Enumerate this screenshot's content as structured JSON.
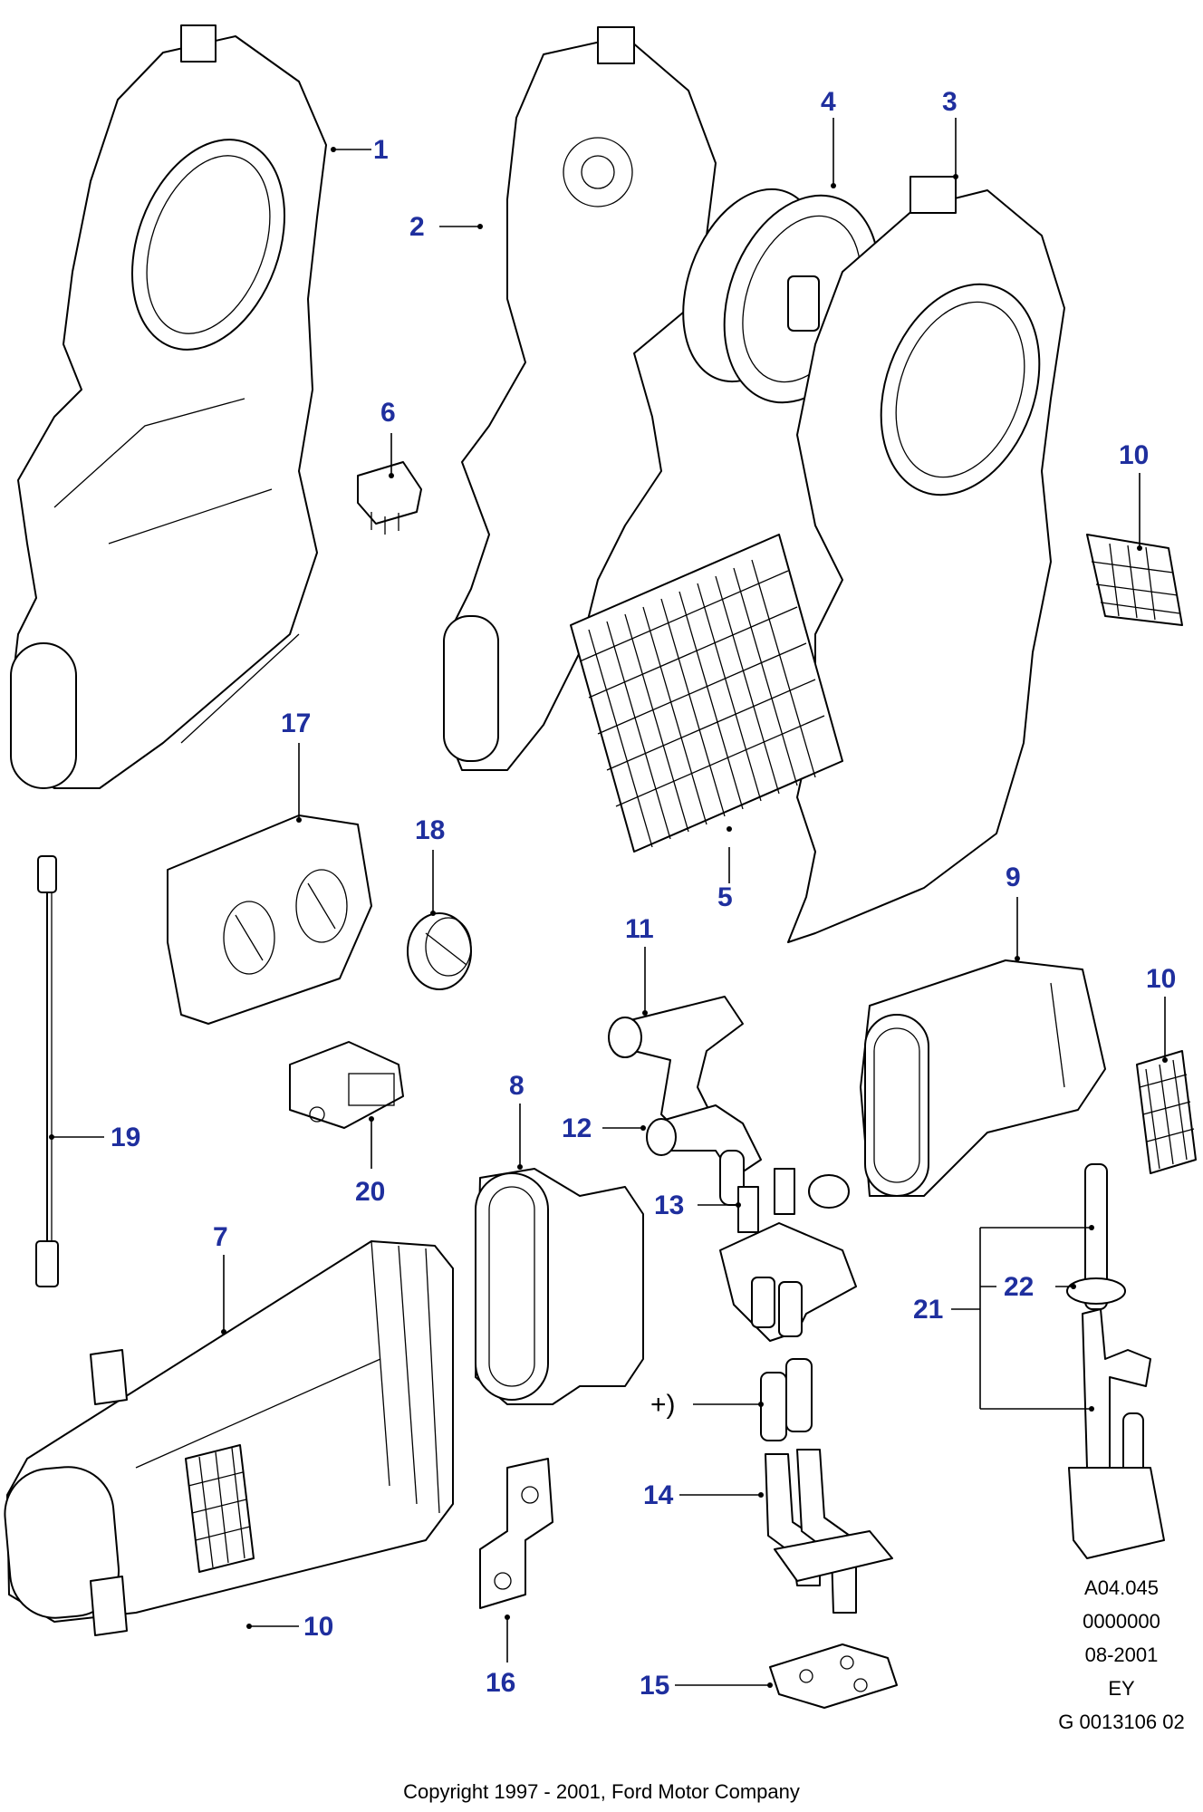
{
  "callouts": [
    {
      "label": "1"
    },
    {
      "label": "2"
    },
    {
      "label": "3"
    },
    {
      "label": "4"
    },
    {
      "label": "6"
    },
    {
      "label": "10"
    },
    {
      "label": "17"
    },
    {
      "label": "18"
    },
    {
      "label": "5"
    },
    {
      "label": "9"
    },
    {
      "label": "11"
    },
    {
      "label": "10"
    },
    {
      "label": "12"
    },
    {
      "label": "8"
    },
    {
      "label": "19"
    },
    {
      "label": "20"
    },
    {
      "label": "7"
    },
    {
      "label": "13"
    },
    {
      "label": "21"
    },
    {
      "label": "22"
    },
    {
      "label": "+)"
    },
    {
      "label": "14"
    },
    {
      "label": "10"
    },
    {
      "label": "16"
    },
    {
      "label": "15"
    }
  ],
  "info_block": [
    "A04.045",
    "0000000",
    "08-2001",
    "EY",
    "G 0013106 02"
  ],
  "copyright": "Copyright 1997 - 2001, Ford Motor Company",
  "colors": {
    "callout": "#1f2f9e",
    "line": "#000000",
    "background": "#ffffff"
  }
}
